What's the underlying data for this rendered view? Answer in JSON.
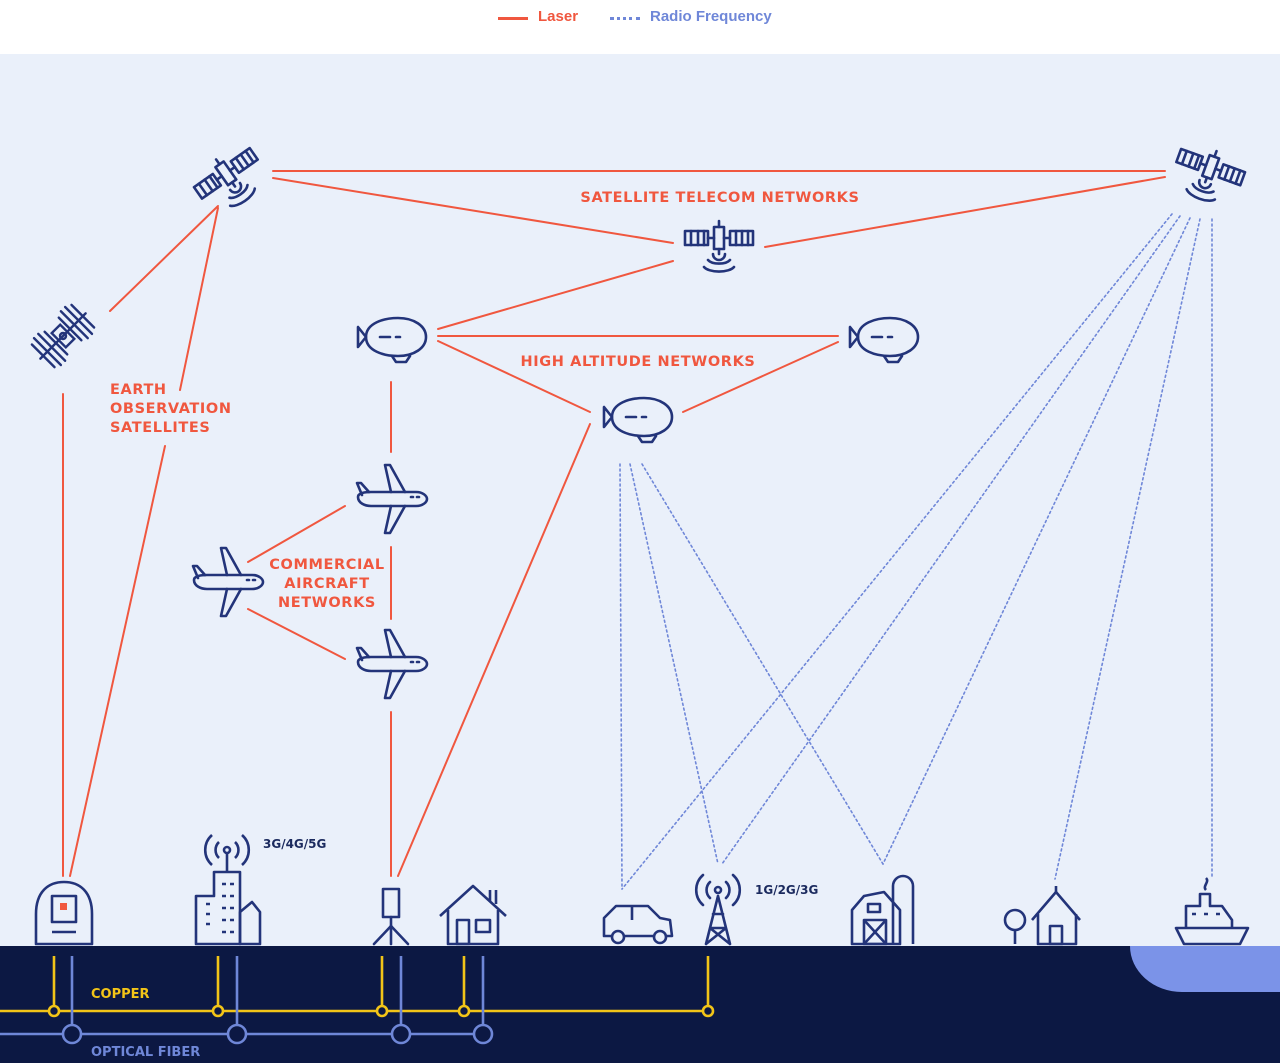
{
  "legend": {
    "laser_label": "Laser",
    "radio_label": "Radio Frequency"
  },
  "labels": {
    "satellite_telecom": "SATELLITE TELECOM NETWORKS",
    "high_altitude": "HIGH ALTITUDE NETWORKS",
    "earth_observation": [
      "EARTH",
      "OBSERVATION",
      "SATELLITES"
    ],
    "commercial_aircraft": [
      "COMMERCIAL",
      "AIRCRAFT",
      "NETWORKS"
    ],
    "cell_tech_city": "3G/4G/5G",
    "cell_tech_rural": "1G/2G/3G",
    "copper": "COPPER",
    "optical_fiber": "OPTICAL FIBER"
  },
  "colors": {
    "laser": "#f0573f",
    "radio": "#6f87d8",
    "icon": "#23347a",
    "background": "#eaf0fa",
    "ground": "#0c1843",
    "copper": "#f2c418",
    "optical_fiber": "#6f87d8",
    "water": "#7b93e8"
  },
  "icons": [
    "satellite-earth-observation-icon",
    "space-station-icon",
    "satellite-telecom-center-icon",
    "satellite-telecom-right-icon",
    "airship-left-icon",
    "airship-right-icon",
    "airship-center-icon",
    "airplane-top-icon",
    "airplane-left-icon",
    "airplane-bottom-icon",
    "ground-station-icon",
    "city-cell-tower-icon",
    "laser-terminal-icon",
    "house-icon",
    "car-icon",
    "radio-tower-icon",
    "farm-barn-icon",
    "village-house-icon",
    "ship-icon"
  ]
}
